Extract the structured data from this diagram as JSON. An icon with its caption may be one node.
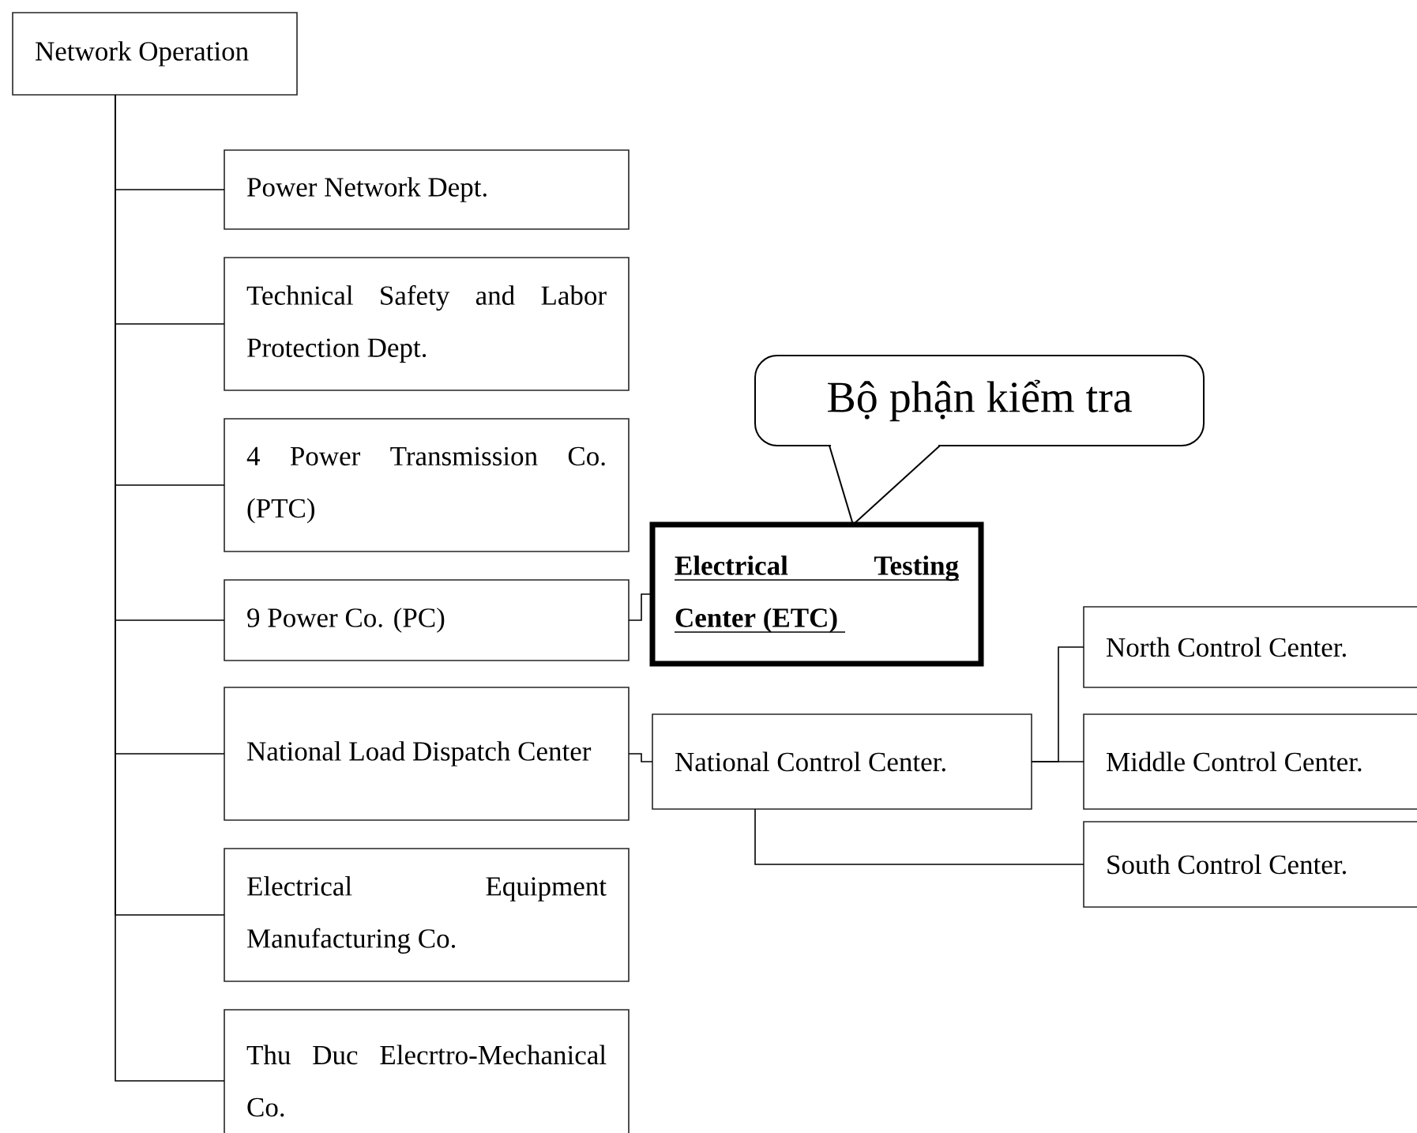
{
  "diagram": {
    "nodes": [
      {
        "text": [
          "Network Operation"
        ]
      },
      {
        "text": [
          "Power Network Dept."
        ]
      },
      {
        "text": [
          "Technical Safety and Labor Protection Dept."
        ]
      },
      {
        "text": [
          "4 Power Transmission Co. (PTC)"
        ]
      },
      {
        "text": [
          "9 Power Co. (PC)"
        ]
      },
      {
        "text": [
          "National Load Dispatch Center"
        ]
      },
      {
        "text": [
          "Electrical Equipment Manufacturing Co."
        ]
      },
      {
        "text": [
          "Thu Duc Elecrtro-Mechanical Co."
        ]
      },
      {
        "text": [
          "Electrical Testing Center (ETC)"
        ]
      },
      {
        "text": [
          "Bộ phận kiểm tra"
        ]
      },
      {
        "text": [
          "National Control Center."
        ]
      },
      {
        "text": [
          "North Control Center."
        ]
      },
      {
        "text": [
          "Middle Control Center."
        ]
      },
      {
        "text": [
          "South Control Center."
        ]
      }
    ],
    "edges": [
      {
        "from": 0,
        "to": 1,
        "arrow": "none"
      },
      {
        "from": 0,
        "to": 2,
        "arrow": "none"
      },
      {
        "from": 0,
        "to": 3,
        "arrow": "none"
      },
      {
        "from": 0,
        "to": 4,
        "arrow": "none"
      },
      {
        "from": 0,
        "to": 5,
        "arrow": "none"
      },
      {
        "from": 0,
        "to": 6,
        "arrow": "none"
      },
      {
        "from": 0,
        "to": 7,
        "arrow": "none"
      },
      {
        "from": 4,
        "to": 8,
        "arrow": "none"
      },
      {
        "from": 9,
        "to": 8,
        "arrow": "none"
      },
      {
        "from": 5,
        "to": 10,
        "arrow": "none"
      },
      {
        "from": 10,
        "to": 11,
        "arrow": "none"
      },
      {
        "from": 10,
        "to": 12,
        "arrow": "none"
      },
      {
        "from": 10,
        "to": 13,
        "arrow": "none"
      }
    ]
  }
}
